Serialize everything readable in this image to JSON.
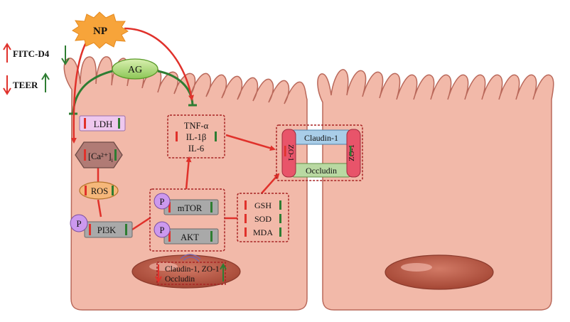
{
  "stimulus": {
    "np": "NP",
    "ag": "AG"
  },
  "indicators": {
    "fitc": {
      "label": "FITC-D4",
      "np_dir": "up",
      "ag_dir": "down"
    },
    "teer": {
      "label": "TEER",
      "np_dir": "down",
      "ag_dir": "up"
    }
  },
  "markers": {
    "ldh": "LDH",
    "ca": "[Ca²⁺]",
    "ca_sub": "i",
    "ros": "ROS",
    "pi3k": "PI3K",
    "phos": "P",
    "mtor": "mTOR",
    "akt": "AKT",
    "tnf": "TNF-α",
    "il1b": "IL-1β",
    "il6": "IL-6",
    "gsh": "GSH",
    "sod": "SOD",
    "mda": "MDA",
    "claudin": "Claudin-1",
    "occludin": "Occludin",
    "zo1": "ZO-1"
  },
  "nucleus": {
    "line1": "Claudin-1, ZO-1",
    "line2": "Occludin"
  },
  "colors": {
    "cell": "#f2b9a9",
    "cell_stroke": "#b9685a",
    "np_red": "#e0312b",
    "ag_green": "#2e7d32",
    "box_dash": "#a82424",
    "nucleus": "#c05a48",
    "claudin": "#a9cde8",
    "occludin": "#b9d9a2",
    "zo1": "#e8546a",
    "ldh_fill": "#eec8ee",
    "gray_box": "#a9a9a9",
    "ros_fill": "#f5b77a",
    "phos_fill": "#cc99ee"
  }
}
